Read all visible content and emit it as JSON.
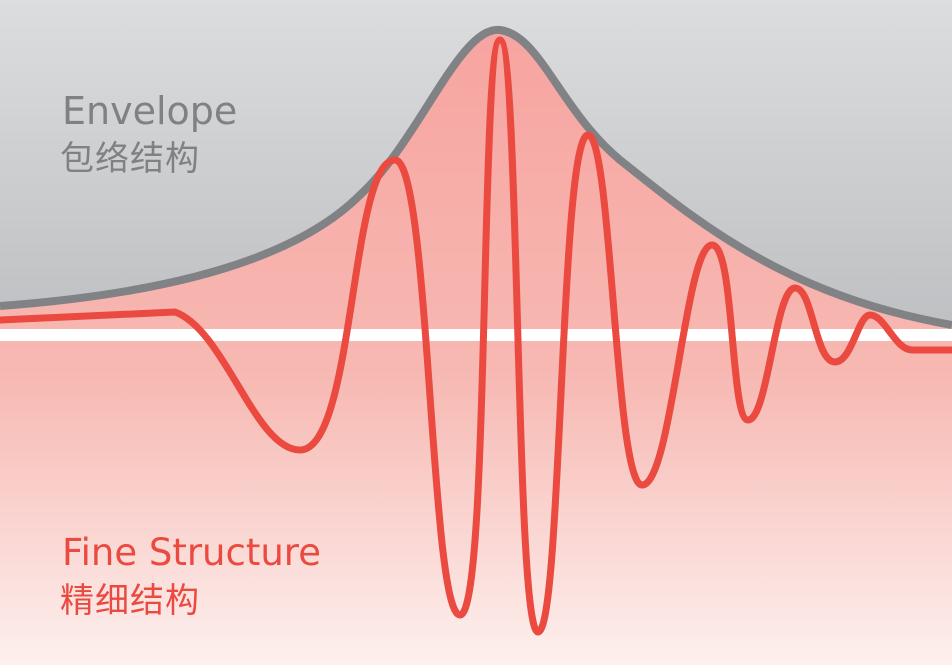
{
  "labels": {
    "envelope_en": "Envelope",
    "envelope_zh": "包络结构",
    "fine_en": "Fine Structure",
    "fine_zh": "精细结构"
  },
  "colors": {
    "envelope_gray": "#7f8184",
    "gray_fill_top": "#d2d3d5",
    "gray_fill_bottom": "#a3a5a8",
    "wave_red": "#ea4a40",
    "pink_fill_top": "#f8a6a2",
    "pink_fill_bottom": "#fdf0ee",
    "baseline": "#ffffff"
  }
}
